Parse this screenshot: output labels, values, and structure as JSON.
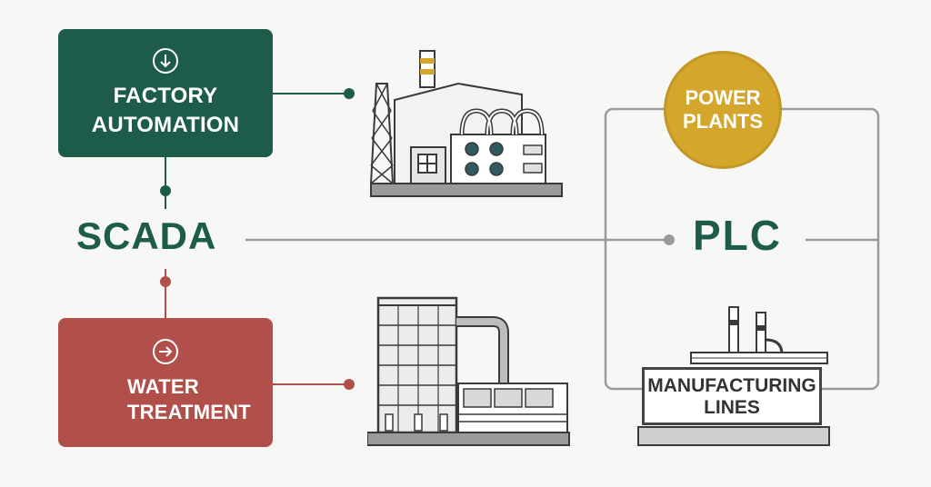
{
  "nodes": {
    "factory_automation": {
      "line1": "FACTORY",
      "line2": "AUTOMATION",
      "icon": "download-arrow-icon",
      "color": "#1d5b4a"
    },
    "water_treatment": {
      "line1": "WATER",
      "line2": "TREATMENT",
      "icon": "right-arrow-icon",
      "color": "#b1504b"
    },
    "scada": {
      "label": "SCADA",
      "color": "#1d5b4a"
    },
    "plc": {
      "label": "PLC",
      "color": "#1d5b4a"
    },
    "power_plants": {
      "line1": "POWER",
      "line2": "PLANTS",
      "color": "#d4a72c"
    },
    "manufacturing_lines": {
      "line1": "MANUFACTURING",
      "line2": "LINES"
    }
  },
  "illustrations": [
    "factory-building-icon",
    "water-treatment-plant-icon",
    "manufacturing-plant-icon"
  ],
  "colors": {
    "connector": "#9a9a9a",
    "dark_outline": "#3a3a3a",
    "green": "#1d5b4a",
    "red": "#b1504b"
  }
}
